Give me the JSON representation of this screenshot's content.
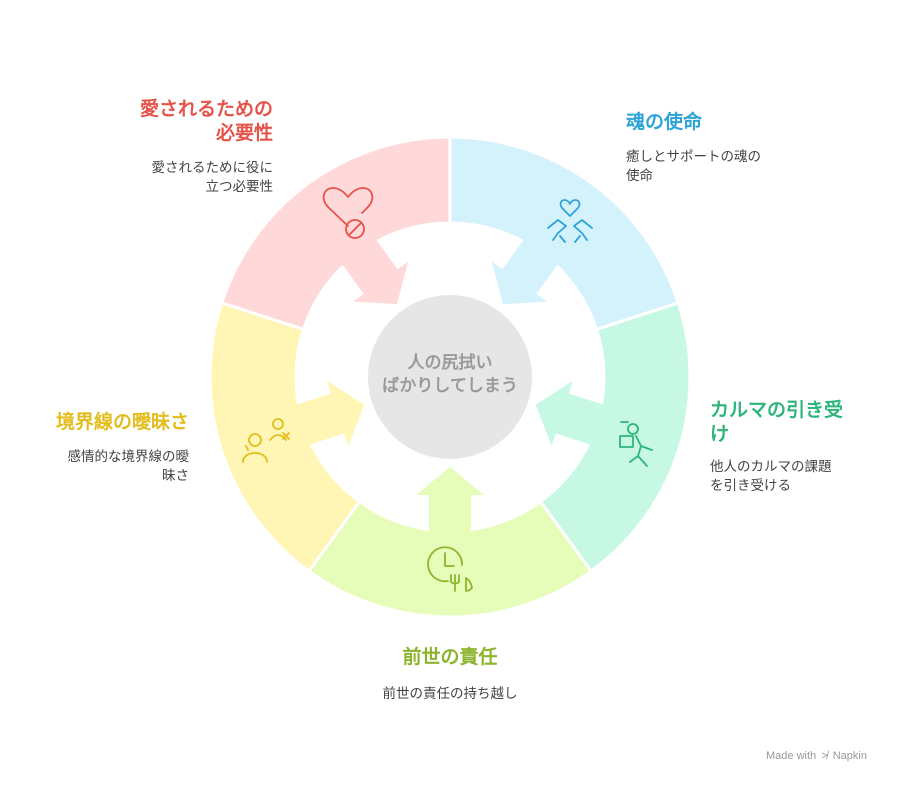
{
  "center": {
    "label": "人の尻拭い\nばかりしてしまう"
  },
  "segments": [
    {
      "key": "necessity",
      "title": "愛されるための\n必要性",
      "description": "愛されるために役に\n立つ必要性",
      "color": "#e5534b",
      "fill": "#ffd9d9",
      "icon": "heart-bandage-icon"
    },
    {
      "key": "soul-mission",
      "title": "魂の使命",
      "description": "癒しとサポートの魂の\n使命",
      "color": "#2ea3d8",
      "fill": "#d4f2fc",
      "icon": "heart-hands-icon"
    },
    {
      "key": "karma",
      "title": "カルマの引き受\nけ",
      "description": "他人のカルマの課題\nを引き受ける",
      "color": "#2db57b",
      "fill": "#c6f8e3",
      "icon": "person-carrying-box-icon"
    },
    {
      "key": "past-life",
      "title": "前世の責任",
      "description": "前世の責任の持ち越し",
      "color": "#8cb52c",
      "fill": "#e6fcb9",
      "icon": "clock-plants-icon"
    },
    {
      "key": "boundaries",
      "title": "境界線の曖昧さ",
      "description": "感情的な境界線の曖\n昧さ",
      "color": "#e2bd1c",
      "fill": "#fff6b5",
      "icon": "two-people-icon"
    }
  ],
  "footer": {
    "made_with": "Made with",
    "brand": "Napkin"
  }
}
